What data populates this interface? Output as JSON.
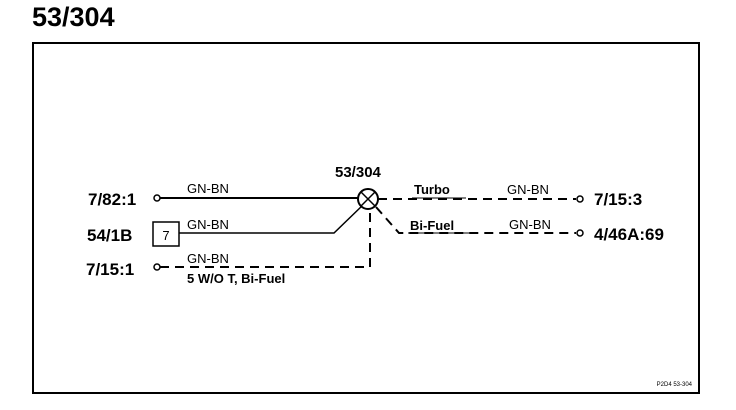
{
  "page": {
    "title": "53/304"
  },
  "diagram": {
    "connector_label": "53/304",
    "left_terminals": {
      "top": "7/82:1",
      "middle": "54/1B",
      "middle_box": "7",
      "bottom": "7/15:1"
    },
    "right_terminals": {
      "top": "7/15:3",
      "bottom": "4/46A:69"
    },
    "wire_colors": {
      "left_top": "GN-BN",
      "left_middle": "GN-BN",
      "left_bottom": "GN-BN",
      "right_top": "GN-BN",
      "right_bottom": "GN-BN"
    },
    "notes": {
      "turbo": "Turbo",
      "bifuel": "Bi-Fuel",
      "bottom": "5 W/O T, Bi-Fuel"
    },
    "footer_code": "P2D4  53-304"
  }
}
